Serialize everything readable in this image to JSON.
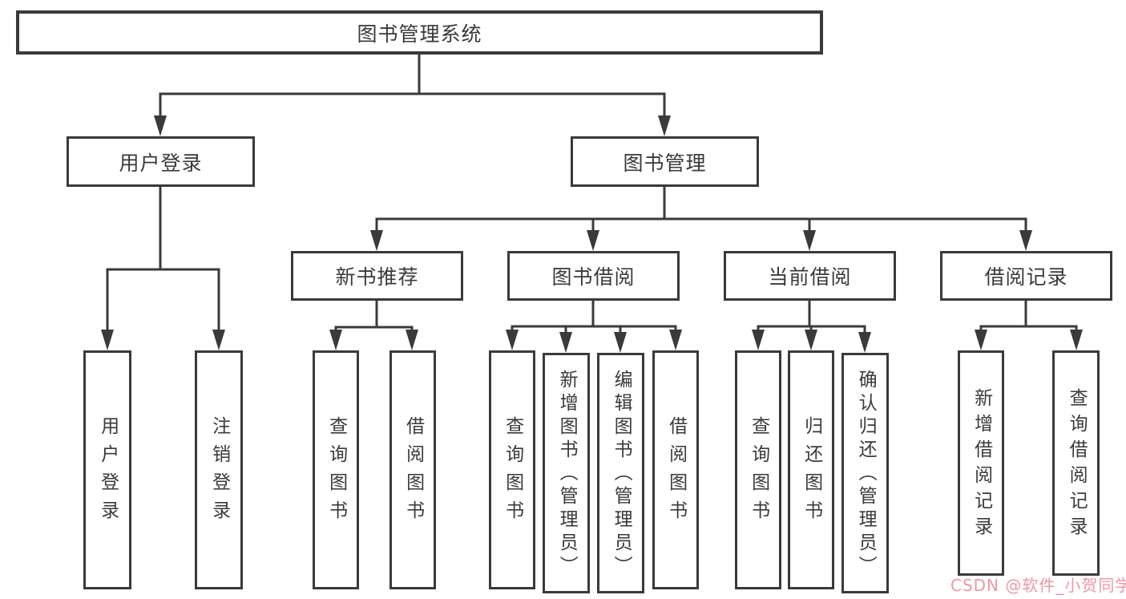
{
  "colors": {
    "line": "#3a3a3a",
    "box_border": "#3a3a3a",
    "text": "#3a3a3a",
    "background": "#ffffff",
    "watermark": "#ec8fa0"
  },
  "tree": {
    "root": {
      "label": "图书管理系统",
      "children": [
        {
          "label": "用户登录",
          "children": [
            {
              "label": "用户登录"
            },
            {
              "label": "注销登录"
            }
          ]
        },
        {
          "label": "图书管理",
          "children": [
            {
              "label": "新书推荐",
              "children": [
                {
                  "label": "查询图书"
                },
                {
                  "label": "借阅图书"
                }
              ]
            },
            {
              "label": "图书借阅",
              "children": [
                {
                  "label": "查询图书"
                },
                {
                  "label": "新增图书（管理员）"
                },
                {
                  "label": "编辑图书（管理员）"
                },
                {
                  "label": "借阅图书"
                }
              ]
            },
            {
              "label": "当前借阅",
              "children": [
                {
                  "label": "查询图书"
                },
                {
                  "label": "归还图书"
                },
                {
                  "label": "确认归还（管理员）"
                }
              ]
            },
            {
              "label": "借阅记录",
              "children": [
                {
                  "label": "新增借阅记录"
                },
                {
                  "label": "查询借阅记录"
                }
              ]
            }
          ]
        }
      ]
    }
  },
  "watermark": {
    "text": "CSDN @软件_小贺同学"
  }
}
